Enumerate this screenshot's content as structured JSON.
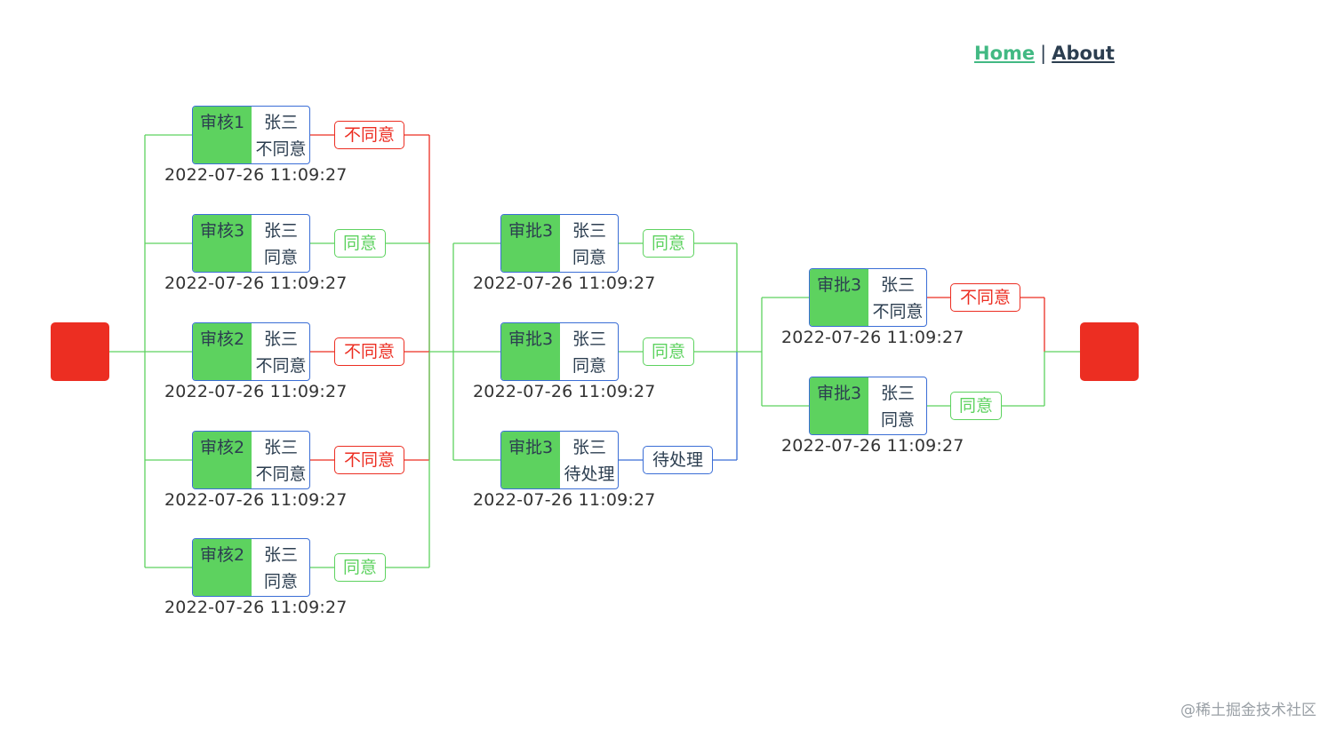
{
  "nav": {
    "home": "Home",
    "separator": "|",
    "about": "About"
  },
  "colors": {
    "agree": "#5dd25f",
    "disagree": "#ec2e22",
    "pending": "#3b6ed6",
    "endpoint": "#ec2e22"
  },
  "columns": [
    [
      {
        "role": "审核1",
        "person": "张三",
        "result": "不同意",
        "time": "2022-07-26 11:09:27",
        "status": "disagree",
        "tag": "不同意"
      },
      {
        "role": "审核3",
        "person": "张三",
        "result": "同意",
        "time": "2022-07-26 11:09:27",
        "status": "agree",
        "tag": "同意"
      },
      {
        "role": "审核2",
        "person": "张三",
        "result": "不同意",
        "time": "2022-07-26 11:09:27",
        "status": "disagree",
        "tag": "不同意"
      },
      {
        "role": "审核2",
        "person": "张三",
        "result": "不同意",
        "time": "2022-07-26 11:09:27",
        "status": "disagree",
        "tag": "不同意"
      },
      {
        "role": "审核2",
        "person": "张三",
        "result": "同意",
        "time": "2022-07-26 11:09:27",
        "status": "agree",
        "tag": "同意"
      }
    ],
    [
      {
        "role": "审批3",
        "person": "张三",
        "result": "同意",
        "time": "2022-07-26 11:09:27",
        "status": "agree",
        "tag": "同意"
      },
      {
        "role": "审批3",
        "person": "张三",
        "result": "同意",
        "time": "2022-07-26 11:09:27",
        "status": "agree",
        "tag": "同意"
      },
      {
        "role": "审批3",
        "person": "张三",
        "result": "待处理",
        "time": "2022-07-26 11:09:27",
        "status": "pending",
        "tag": "待处理"
      }
    ],
    [
      {
        "role": "审批3",
        "person": "张三",
        "result": "不同意",
        "time": "2022-07-26 11:09:27",
        "status": "disagree",
        "tag": "不同意"
      },
      {
        "role": "审批3",
        "person": "张三",
        "result": "同意",
        "time": "2022-07-26 11:09:27",
        "status": "agree",
        "tag": "同意"
      }
    ]
  ],
  "watermark": "@稀土掘金技术社区"
}
